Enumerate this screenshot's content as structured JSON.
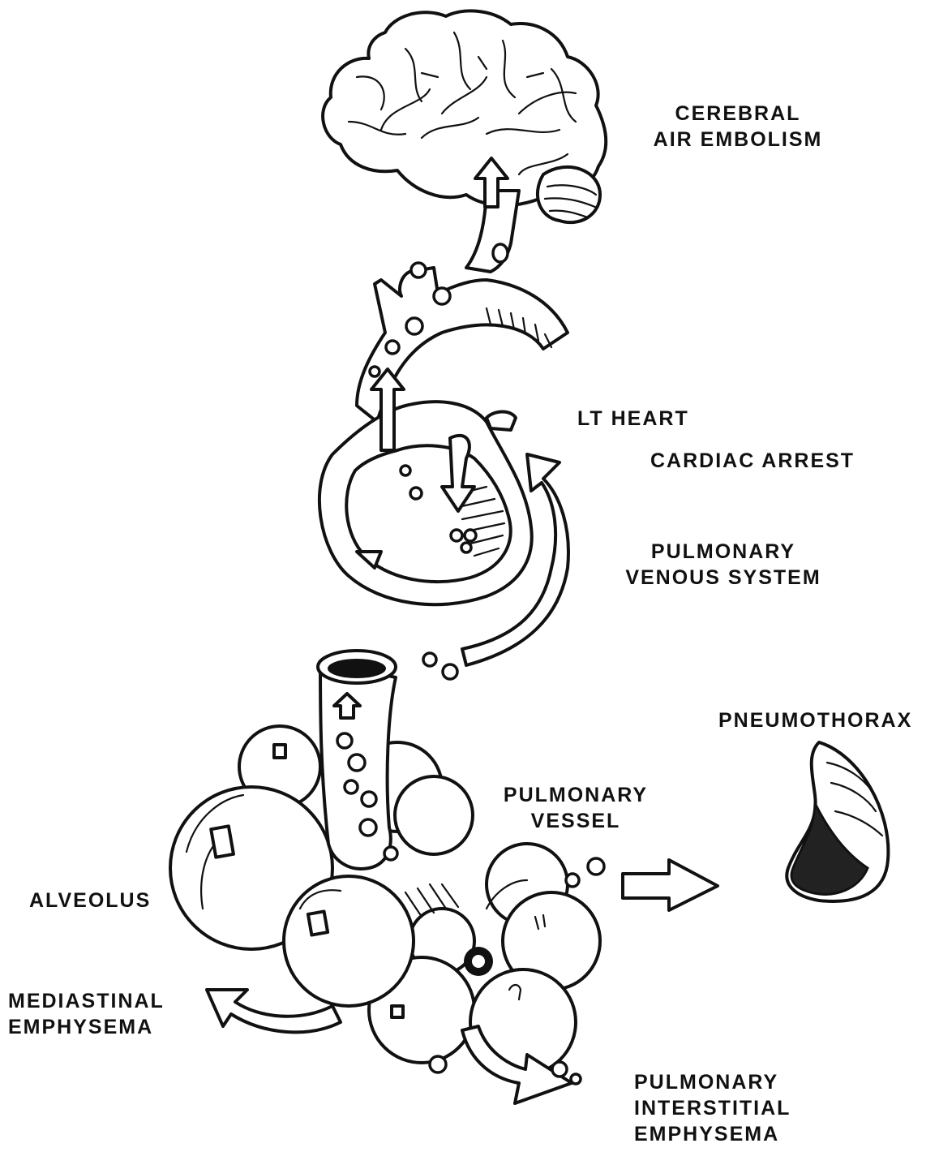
{
  "labels": {
    "cerebral_air_embolism": [
      "CEREBRAL",
      "AIR EMBOLISM"
    ],
    "lt_heart": "LT HEART",
    "cardiac_arrest": "CARDIAC ARREST",
    "pulmonary_venous_system": [
      "PULMONARY",
      "VENOUS SYSTEM"
    ],
    "pneumothorax": "PNEUMOTHORAX",
    "pulmonary_vessel": [
      "PULMONARY",
      "VESSEL"
    ],
    "alveolus": "ALVEOLUS",
    "mediastinal_emphysema": [
      "MEDIASTINAL",
      "EMPHYSEMA"
    ],
    "pulmonary_interstitial_emphysema": [
      "PULMONARY",
      "INTERSTITIAL",
      "EMPHYSEMA"
    ]
  },
  "colors": {
    "ink": "#111111",
    "paper": "#ffffff"
  },
  "icons": [
    "brain-illustration",
    "heart-illustration",
    "lung-alveoli-illustration",
    "pneumothorax-lung-illustration",
    "flow-arrow-icon",
    "air-bubble-icon"
  ]
}
